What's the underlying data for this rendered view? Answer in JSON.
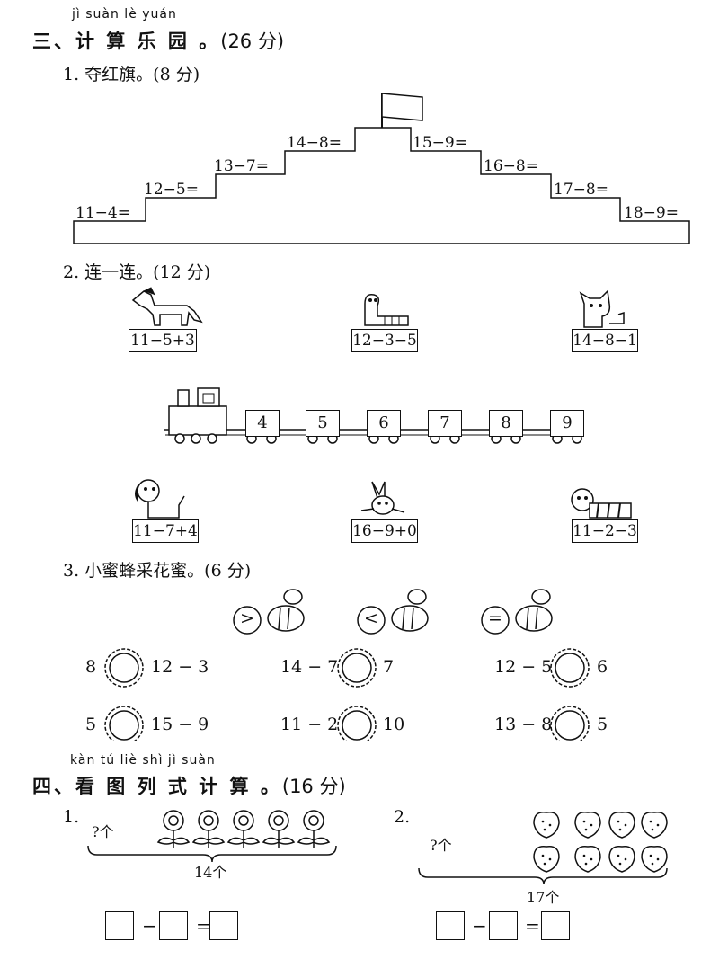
{
  "section3": {
    "pinyin": "jì  suàn  lè  yuán",
    "title": "三、计 算 乐 园 。",
    "score": "(26 分)"
  },
  "q1": {
    "title": "1. 夺红旗。(8 分)",
    "steps": [
      "11−4=",
      "12−5=",
      "13−7=",
      "14−8=",
      "15−9=",
      "16−8=",
      "17−8=",
      "18−9="
    ]
  },
  "q2": {
    "title": "2. 连一连。(12 分)",
    "top": [
      "11−5+3",
      "12−3−5",
      "14−8−1"
    ],
    "train": [
      "4",
      "5",
      "6",
      "7",
      "8",
      "9"
    ],
    "bottom": [
      "11−7+4",
      "16−9+0",
      "11−2−3"
    ]
  },
  "q3": {
    "title": "3. 小蜜蜂采花蜜。(6 分)",
    "symbols": [
      ">",
      "<",
      "="
    ],
    "rows": [
      [
        {
          "left": "8",
          "right": "12 − 3"
        },
        {
          "left": "14 − 7",
          "right": "7"
        },
        {
          "left": "12 − 5",
          "right": "6"
        }
      ],
      [
        {
          "left": "5",
          "right": "15 − 9"
        },
        {
          "left": "11 − 2",
          "right": "10"
        },
        {
          "left": "13 − 8",
          "right": "5"
        }
      ]
    ]
  },
  "section4": {
    "pinyin": "kàn  tú  liè  shì  jì  suàn",
    "title": "四、看 图 列 式 计 算 。",
    "score": "(16 分)"
  },
  "p1": {
    "num": "1.",
    "unknown": "?个",
    "total": "14个",
    "minus": "−",
    "equals": "="
  },
  "p2": {
    "num": "2.",
    "unknown": "?个",
    "total": "17个",
    "minus": "−",
    "equals": "="
  }
}
